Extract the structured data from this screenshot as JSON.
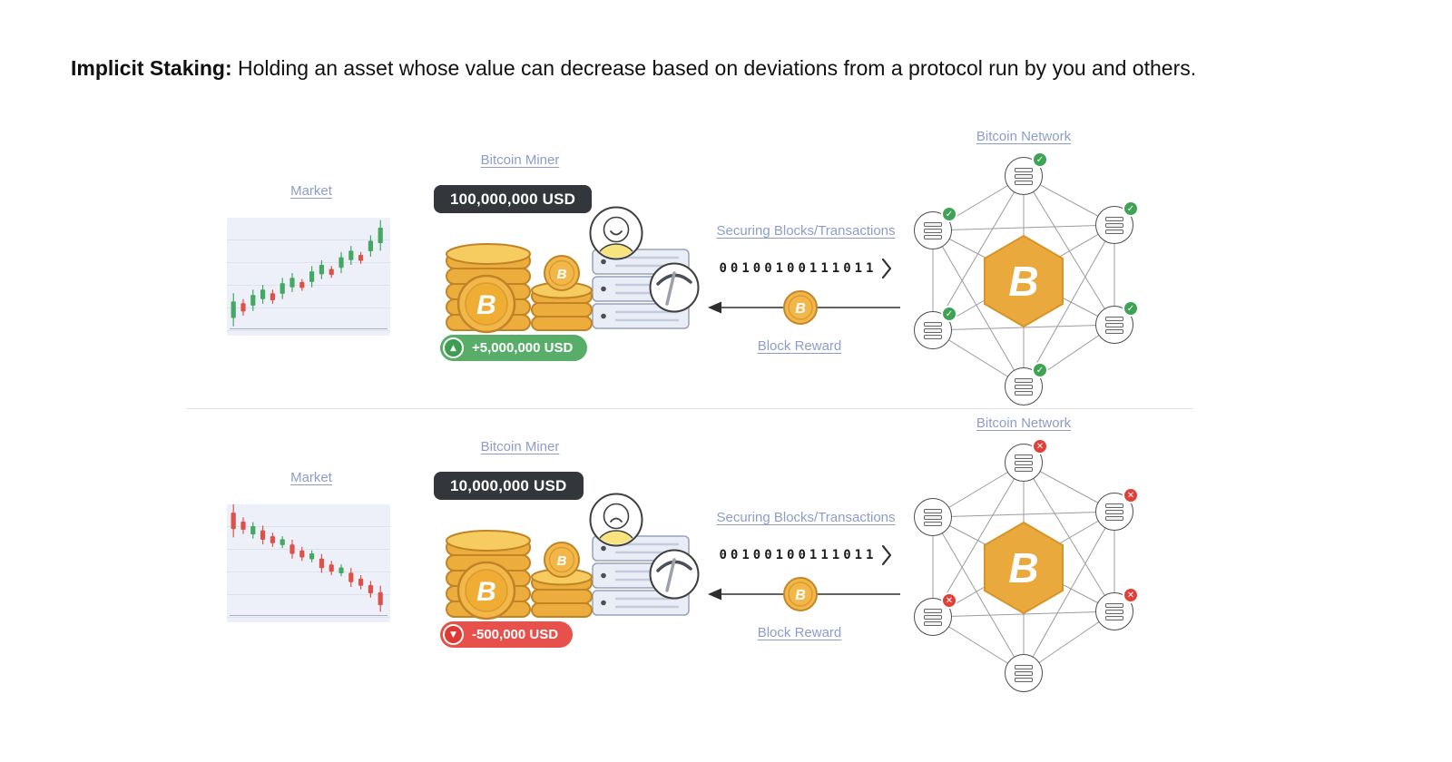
{
  "title": {
    "lead": "Implicit Staking:",
    "rest": " Holding an asset whose value can decrease based on deviations from a protocol run by you and others."
  },
  "icons": {
    "bitcoin_glyph": "B",
    "check_glyph": "✓",
    "x_glyph": "✕"
  },
  "colors": {
    "label_link_blue": "#8E9CCB",
    "positive_green": "#58AE68",
    "negative_red": "#E8514B",
    "dark_badge": "#33363B",
    "bitcoin_gold": "#EAA93C",
    "candle_green": "#43A862",
    "candle_red": "#DD5148",
    "check_green": "#3FA356",
    "x_red": "#E04038"
  },
  "rows": [
    {
      "market": {
        "label": "Market",
        "trend": "up",
        "candles": [
          {
            "x": 4,
            "y": 78,
            "h": 14,
            "c": "g"
          },
          {
            "x": 10,
            "y": 76,
            "h": 7,
            "c": "r"
          },
          {
            "x": 16,
            "y": 70,
            "h": 9,
            "c": "g"
          },
          {
            "x": 22,
            "y": 65,
            "h": 8,
            "c": "g"
          },
          {
            "x": 28,
            "y": 67,
            "h": 6,
            "c": "r"
          },
          {
            "x": 34,
            "y": 60,
            "h": 9,
            "c": "g"
          },
          {
            "x": 40,
            "y": 55,
            "h": 8,
            "c": "g"
          },
          {
            "x": 46,
            "y": 57,
            "h": 5,
            "c": "r"
          },
          {
            "x": 52,
            "y": 50,
            "h": 9,
            "c": "g"
          },
          {
            "x": 58,
            "y": 44,
            "h": 8,
            "c": "g"
          },
          {
            "x": 64,
            "y": 46,
            "h": 5,
            "c": "r"
          },
          {
            "x": 70,
            "y": 38,
            "h": 9,
            "c": "g"
          },
          {
            "x": 76,
            "y": 32,
            "h": 8,
            "c": "g"
          },
          {
            "x": 82,
            "y": 34,
            "h": 5,
            "c": "r"
          },
          {
            "x": 88,
            "y": 24,
            "h": 9,
            "c": "g"
          },
          {
            "x": 94,
            "y": 15,
            "h": 13,
            "c": "g"
          }
        ]
      },
      "miner": {
        "label": "Bitcoin Miner",
        "balance": "100,000,000 USD",
        "delta": "+5,000,000 USD",
        "delta_icon": "▲",
        "delta_direction": "up",
        "mood": "happy"
      },
      "middle": {
        "securing_label": "Securing Blocks/Transactions",
        "binary": "00100100111011",
        "block_reward_label": "Block Reward"
      },
      "network": {
        "label": "Bitcoin Network",
        "node_status": [
          "check",
          "check",
          "check",
          "check",
          "check",
          "check"
        ]
      }
    },
    {
      "market": {
        "label": "Market",
        "trend": "down",
        "candles": [
          {
            "x": 4,
            "y": 14,
            "h": 14,
            "c": "r"
          },
          {
            "x": 10,
            "y": 18,
            "h": 7,
            "c": "r"
          },
          {
            "x": 16,
            "y": 22,
            "h": 7,
            "c": "g"
          },
          {
            "x": 22,
            "y": 26,
            "h": 8,
            "c": "r"
          },
          {
            "x": 28,
            "y": 30,
            "h": 6,
            "c": "r"
          },
          {
            "x": 34,
            "y": 32,
            "h": 5,
            "c": "g"
          },
          {
            "x": 40,
            "y": 38,
            "h": 8,
            "c": "r"
          },
          {
            "x": 46,
            "y": 42,
            "h": 6,
            "c": "r"
          },
          {
            "x": 52,
            "y": 44,
            "h": 5,
            "c": "g"
          },
          {
            "x": 58,
            "y": 50,
            "h": 8,
            "c": "r"
          },
          {
            "x": 64,
            "y": 54,
            "h": 6,
            "c": "r"
          },
          {
            "x": 70,
            "y": 56,
            "h": 5,
            "c": "g"
          },
          {
            "x": 76,
            "y": 62,
            "h": 8,
            "c": "r"
          },
          {
            "x": 82,
            "y": 66,
            "h": 6,
            "c": "r"
          },
          {
            "x": 88,
            "y": 72,
            "h": 7,
            "c": "r"
          },
          {
            "x": 94,
            "y": 80,
            "h": 11,
            "c": "r"
          }
        ]
      },
      "miner": {
        "label": "Bitcoin Miner",
        "balance": "10,000,000 USD",
        "delta": "-500,000 USD",
        "delta_icon": "▼",
        "delta_direction": "down",
        "mood": "sad"
      },
      "middle": {
        "securing_label": "Securing Blocks/Transactions",
        "binary": "00100100111011",
        "block_reward_label": "Block Reward"
      },
      "network": {
        "label": "Bitcoin Network",
        "node_status": [
          "x",
          "none",
          "x",
          "x",
          "x",
          "none"
        ]
      }
    }
  ]
}
